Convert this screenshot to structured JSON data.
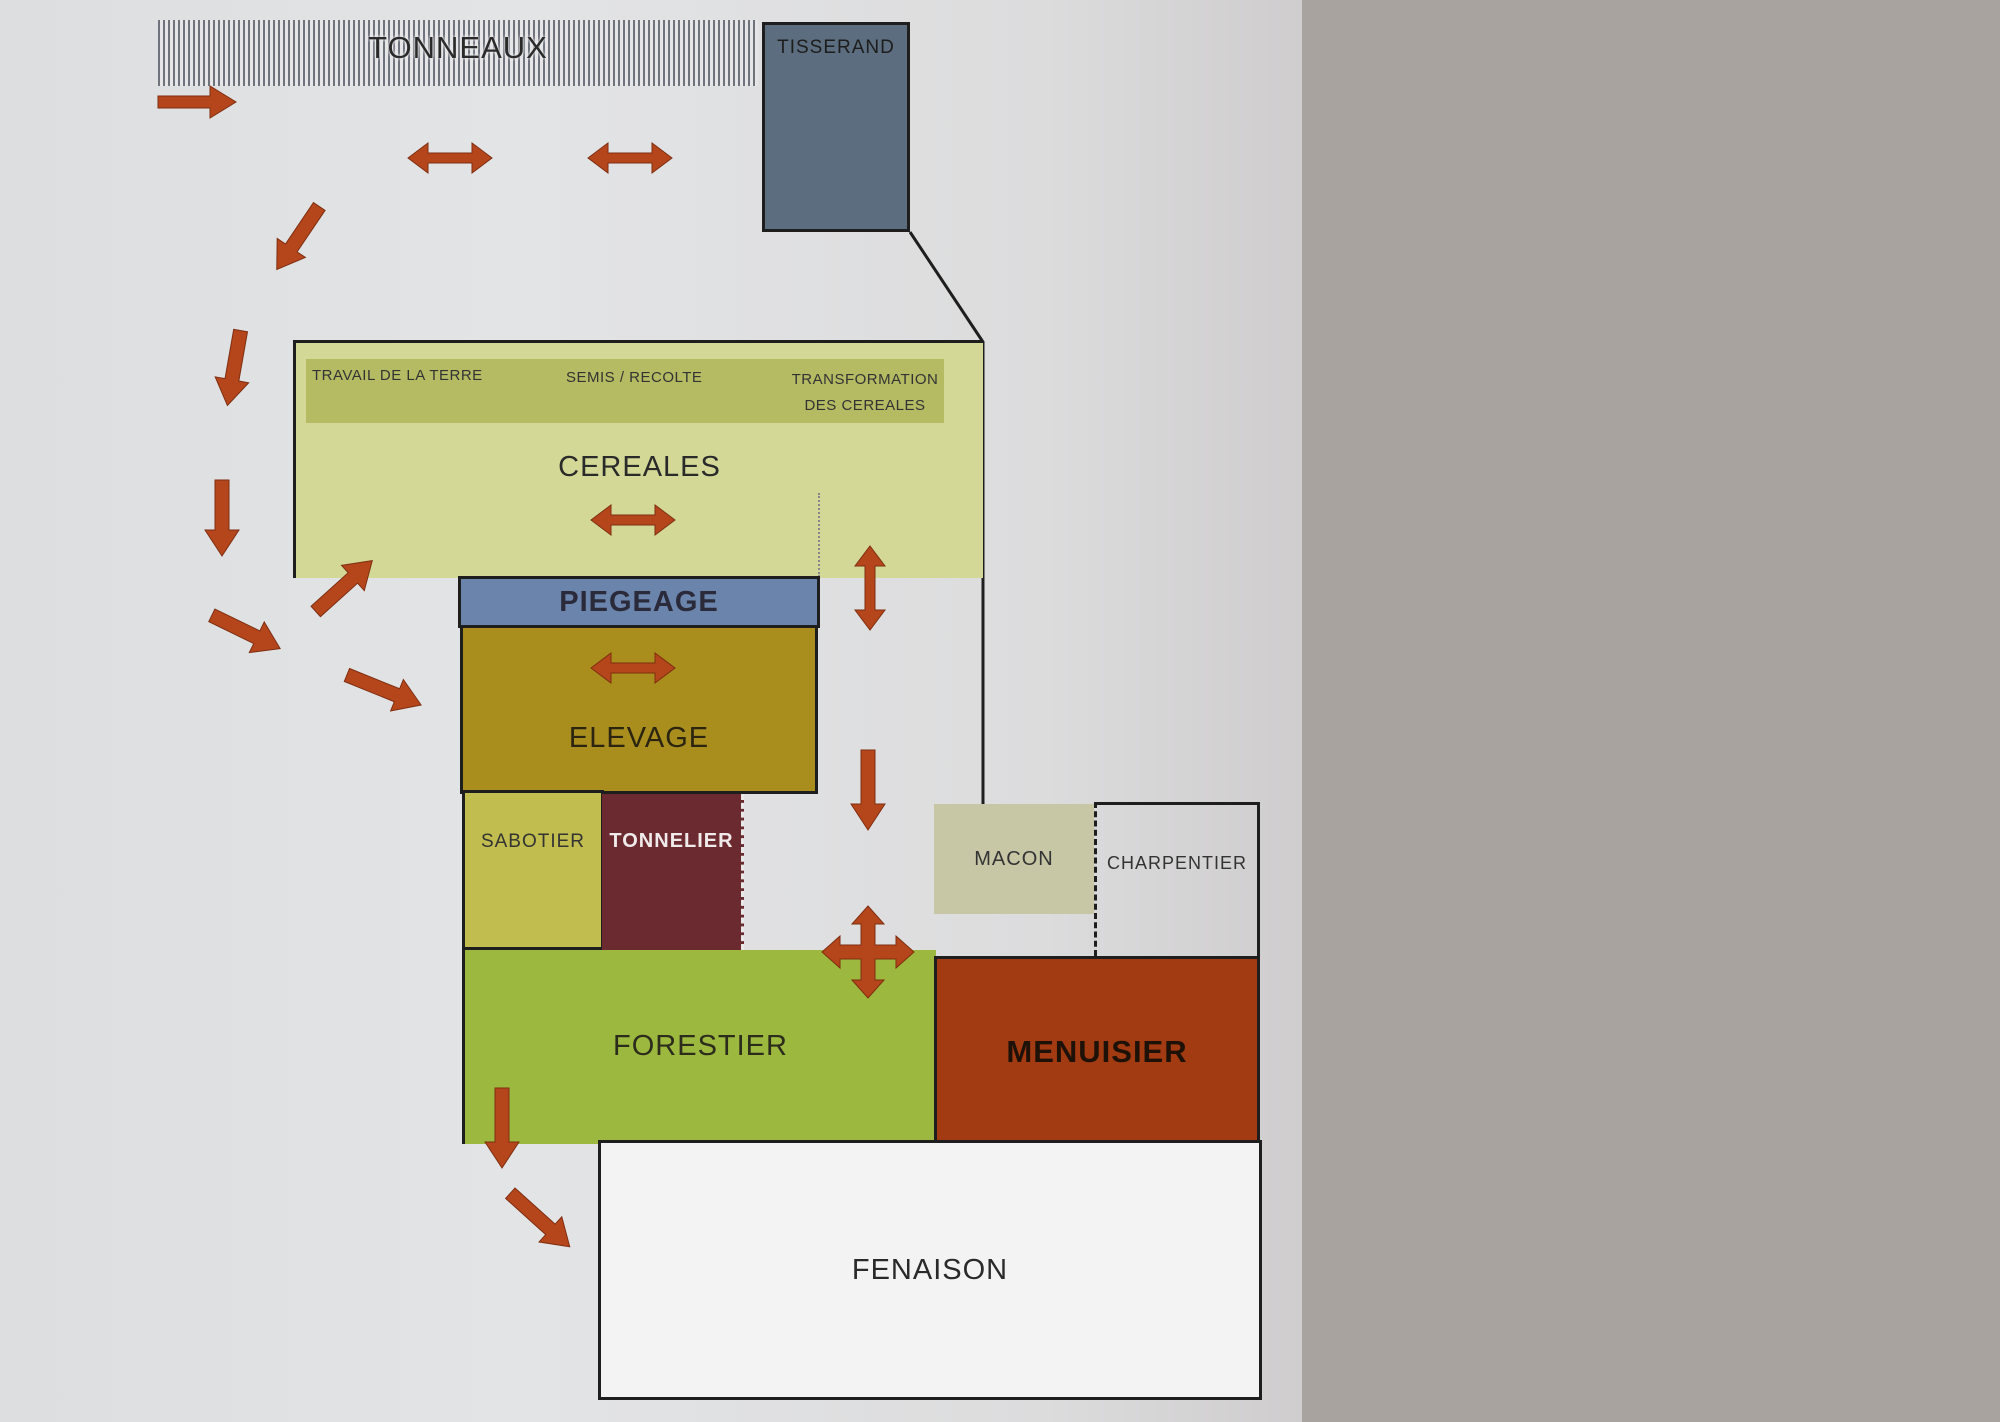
{
  "zones": {
    "tonneaux": "TONNEAUX",
    "tisserand": "TISSERAND",
    "cereales": "CEREALES",
    "cereales_band": {
      "travail": "TRAVAIL DE LA TERRE",
      "semis": "SEMIS / RECOLTE",
      "transformation_1": "TRANSFORMATION",
      "transformation_2": "DES CEREALES"
    },
    "piegeage": "PIEGEAGE",
    "elevage": "ELEVAGE",
    "sabotier": "SABOTIER",
    "tonnelier": "TONNELIER",
    "macon": "MACON",
    "charpentier": "CHARPENTIER",
    "forestier": "FORESTIER",
    "menuisier": "MENUISIER",
    "fenaison": "FENAISON"
  },
  "colors": {
    "arrow": "#b5461c",
    "tisserand": "#5b6d7e",
    "cereales": "#d3d896",
    "cereales_band": "#b4bb63",
    "piegeage": "#6b84ab",
    "elevage": "#a98e1e",
    "sabotier": "#c1bd4e",
    "tonnelier": "#6b2a30",
    "forestier": "#9cb83e",
    "macon": "#c7c7a6",
    "menuisier": "#a23a12",
    "fenaison": "#f3f3f3"
  }
}
